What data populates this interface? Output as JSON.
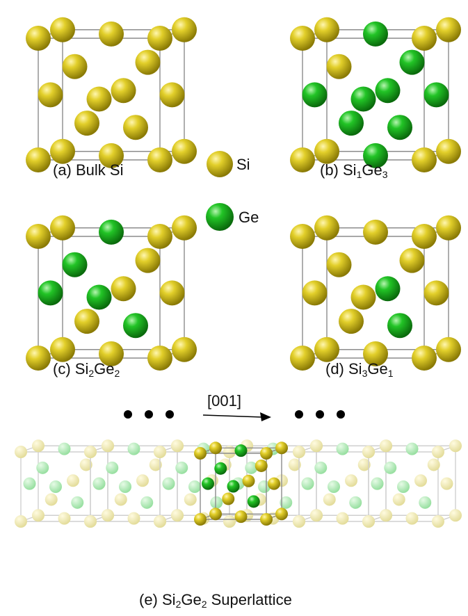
{
  "panels": [
    {
      "id": "a",
      "label_prefix": "(a) Bulk Si",
      "formula": null
    },
    {
      "id": "b",
      "label_prefix": "(b) ",
      "formula": [
        {
          "el": "Si",
          "n": "1"
        },
        {
          "el": "Ge",
          "n": "3"
        }
      ]
    },
    {
      "id": "c",
      "label_prefix": "(c) ",
      "formula": [
        {
          "el": "Si",
          "n": "2"
        },
        {
          "el": "Ge",
          "n": "2"
        }
      ]
    },
    {
      "id": "d",
      "label_prefix": "(d) ",
      "formula": [
        {
          "el": "Si",
          "n": "3"
        },
        {
          "el": "Ge",
          "n": "1"
        }
      ]
    }
  ],
  "legend": [
    {
      "symbol": "Si",
      "color": "#d4c21a"
    },
    {
      "symbol": "Ge",
      "color": "#19b21c"
    }
  ],
  "direction_label": "[001]",
  "superlattice": {
    "label_prefix": "(e) ",
    "el1": "Si",
    "n1": "2",
    "el2": "Ge",
    "n2": "2",
    "suffix": " Superlattice"
  },
  "colors": {
    "si": "#d4c21a",
    "ge": "#19b21c",
    "box": "#9a9a9a"
  }
}
